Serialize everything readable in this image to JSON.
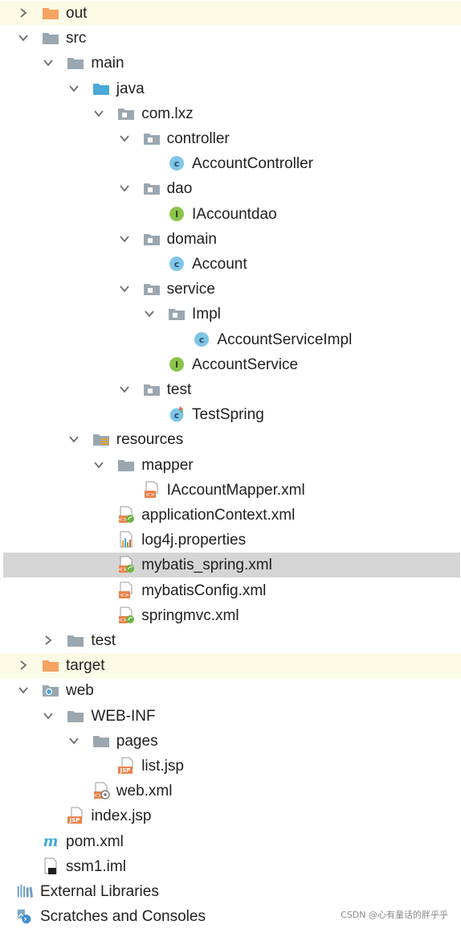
{
  "tree": [
    {
      "label": "out",
      "icon": "folder-orange-icon",
      "arrow": "collapsed",
      "level": 0,
      "highlight": "yellow"
    },
    {
      "label": "src",
      "icon": "folder-gray-icon",
      "arrow": "expanded",
      "level": 0
    },
    {
      "label": "main",
      "icon": "folder-gray-icon",
      "arrow": "expanded",
      "level": 1
    },
    {
      "label": "java",
      "icon": "folder-blue-icon",
      "arrow": "expanded",
      "level": 2
    },
    {
      "label": "com.lxz",
      "icon": "package-icon",
      "arrow": "expanded",
      "level": 3
    },
    {
      "label": "controller",
      "icon": "package-icon",
      "arrow": "expanded",
      "level": 4
    },
    {
      "label": "AccountController",
      "icon": "class-icon",
      "arrow": "none",
      "level": 5
    },
    {
      "label": "dao",
      "icon": "package-icon",
      "arrow": "expanded",
      "level": 4
    },
    {
      "label": "IAccountdao",
      "icon": "interface-icon",
      "arrow": "none",
      "level": 5
    },
    {
      "label": "domain",
      "icon": "package-icon",
      "arrow": "expanded",
      "level": 4
    },
    {
      "label": "Account",
      "icon": "class-icon",
      "arrow": "none",
      "level": 5
    },
    {
      "label": "service",
      "icon": "package-icon",
      "arrow": "expanded",
      "level": 4
    },
    {
      "label": "Impl",
      "icon": "package-icon",
      "arrow": "expanded",
      "level": 5
    },
    {
      "label": "AccountServiceImpl",
      "icon": "class-icon",
      "arrow": "none",
      "level": 6
    },
    {
      "label": "AccountService",
      "icon": "interface-icon",
      "arrow": "none",
      "level": 5
    },
    {
      "label": "test",
      "icon": "package-icon",
      "arrow": "expanded",
      "level": 4
    },
    {
      "label": "TestSpring",
      "icon": "test-class-icon",
      "arrow": "none",
      "level": 5
    },
    {
      "label": "resources",
      "icon": "resources-folder-icon",
      "arrow": "expanded",
      "level": 2
    },
    {
      "label": "mapper",
      "icon": "folder-gray-icon",
      "arrow": "expanded",
      "level": 3
    },
    {
      "label": "IAccountMapper.xml",
      "icon": "xml-file-icon",
      "arrow": "none",
      "level": 4
    },
    {
      "label": "applicationContext.xml",
      "icon": "spring-xml-icon",
      "arrow": "none",
      "level": 3
    },
    {
      "label": "log4j.properties",
      "icon": "properties-file-icon",
      "arrow": "none",
      "level": 3
    },
    {
      "label": "mybatis_spring.xml",
      "icon": "spring-xml-icon",
      "arrow": "none",
      "level": 3,
      "selected": true
    },
    {
      "label": "mybatisConfig.xml",
      "icon": "xml-file-icon",
      "arrow": "none",
      "level": 3
    },
    {
      "label": "springmvc.xml",
      "icon": "spring-xml-icon",
      "arrow": "none",
      "level": 3
    },
    {
      "label": "test",
      "icon": "folder-gray-icon",
      "arrow": "collapsed",
      "level": 1
    },
    {
      "label": "target",
      "icon": "folder-orange-icon",
      "arrow": "collapsed",
      "level": 0,
      "highlight": "yellow"
    },
    {
      "label": "web",
      "icon": "web-folder-icon",
      "arrow": "expanded",
      "level": 0
    },
    {
      "label": "WEB-INF",
      "icon": "folder-gray-icon",
      "arrow": "expanded",
      "level": 1
    },
    {
      "label": "pages",
      "icon": "folder-gray-icon",
      "arrow": "expanded",
      "level": 2
    },
    {
      "label": "list.jsp",
      "icon": "jsp-file-icon",
      "arrow": "none",
      "level": 3
    },
    {
      "label": "web.xml",
      "icon": "web-xml-icon",
      "arrow": "none",
      "level": 2
    },
    {
      "label": "index.jsp",
      "icon": "jsp-file-icon",
      "arrow": "none",
      "level": 1
    },
    {
      "label": "pom.xml",
      "icon": "maven-icon",
      "arrow": "none",
      "level": 0
    },
    {
      "label": "ssm1.iml",
      "icon": "iml-file-icon",
      "arrow": "none",
      "level": 0
    },
    {
      "label": "External Libraries",
      "icon": "libraries-icon",
      "arrow": "none",
      "level": -1
    },
    {
      "label": "Scratches and Consoles",
      "icon": "scratches-icon",
      "arrow": "none",
      "level": -1
    }
  ],
  "watermark": "CSDN @心有童话的胖乎乎",
  "colors": {
    "folder_orange": "#f5a361",
    "folder_gray": "#9aa7b0",
    "folder_blue": "#4aa8d8",
    "class_circle": "#7ec5e8",
    "interface_circle": "#8bc34a",
    "xml_orange": "#e8834e",
    "spring_green": "#6db33f",
    "selection": "#d5d5d5",
    "excluded_highlight": "#fbfbe6"
  }
}
